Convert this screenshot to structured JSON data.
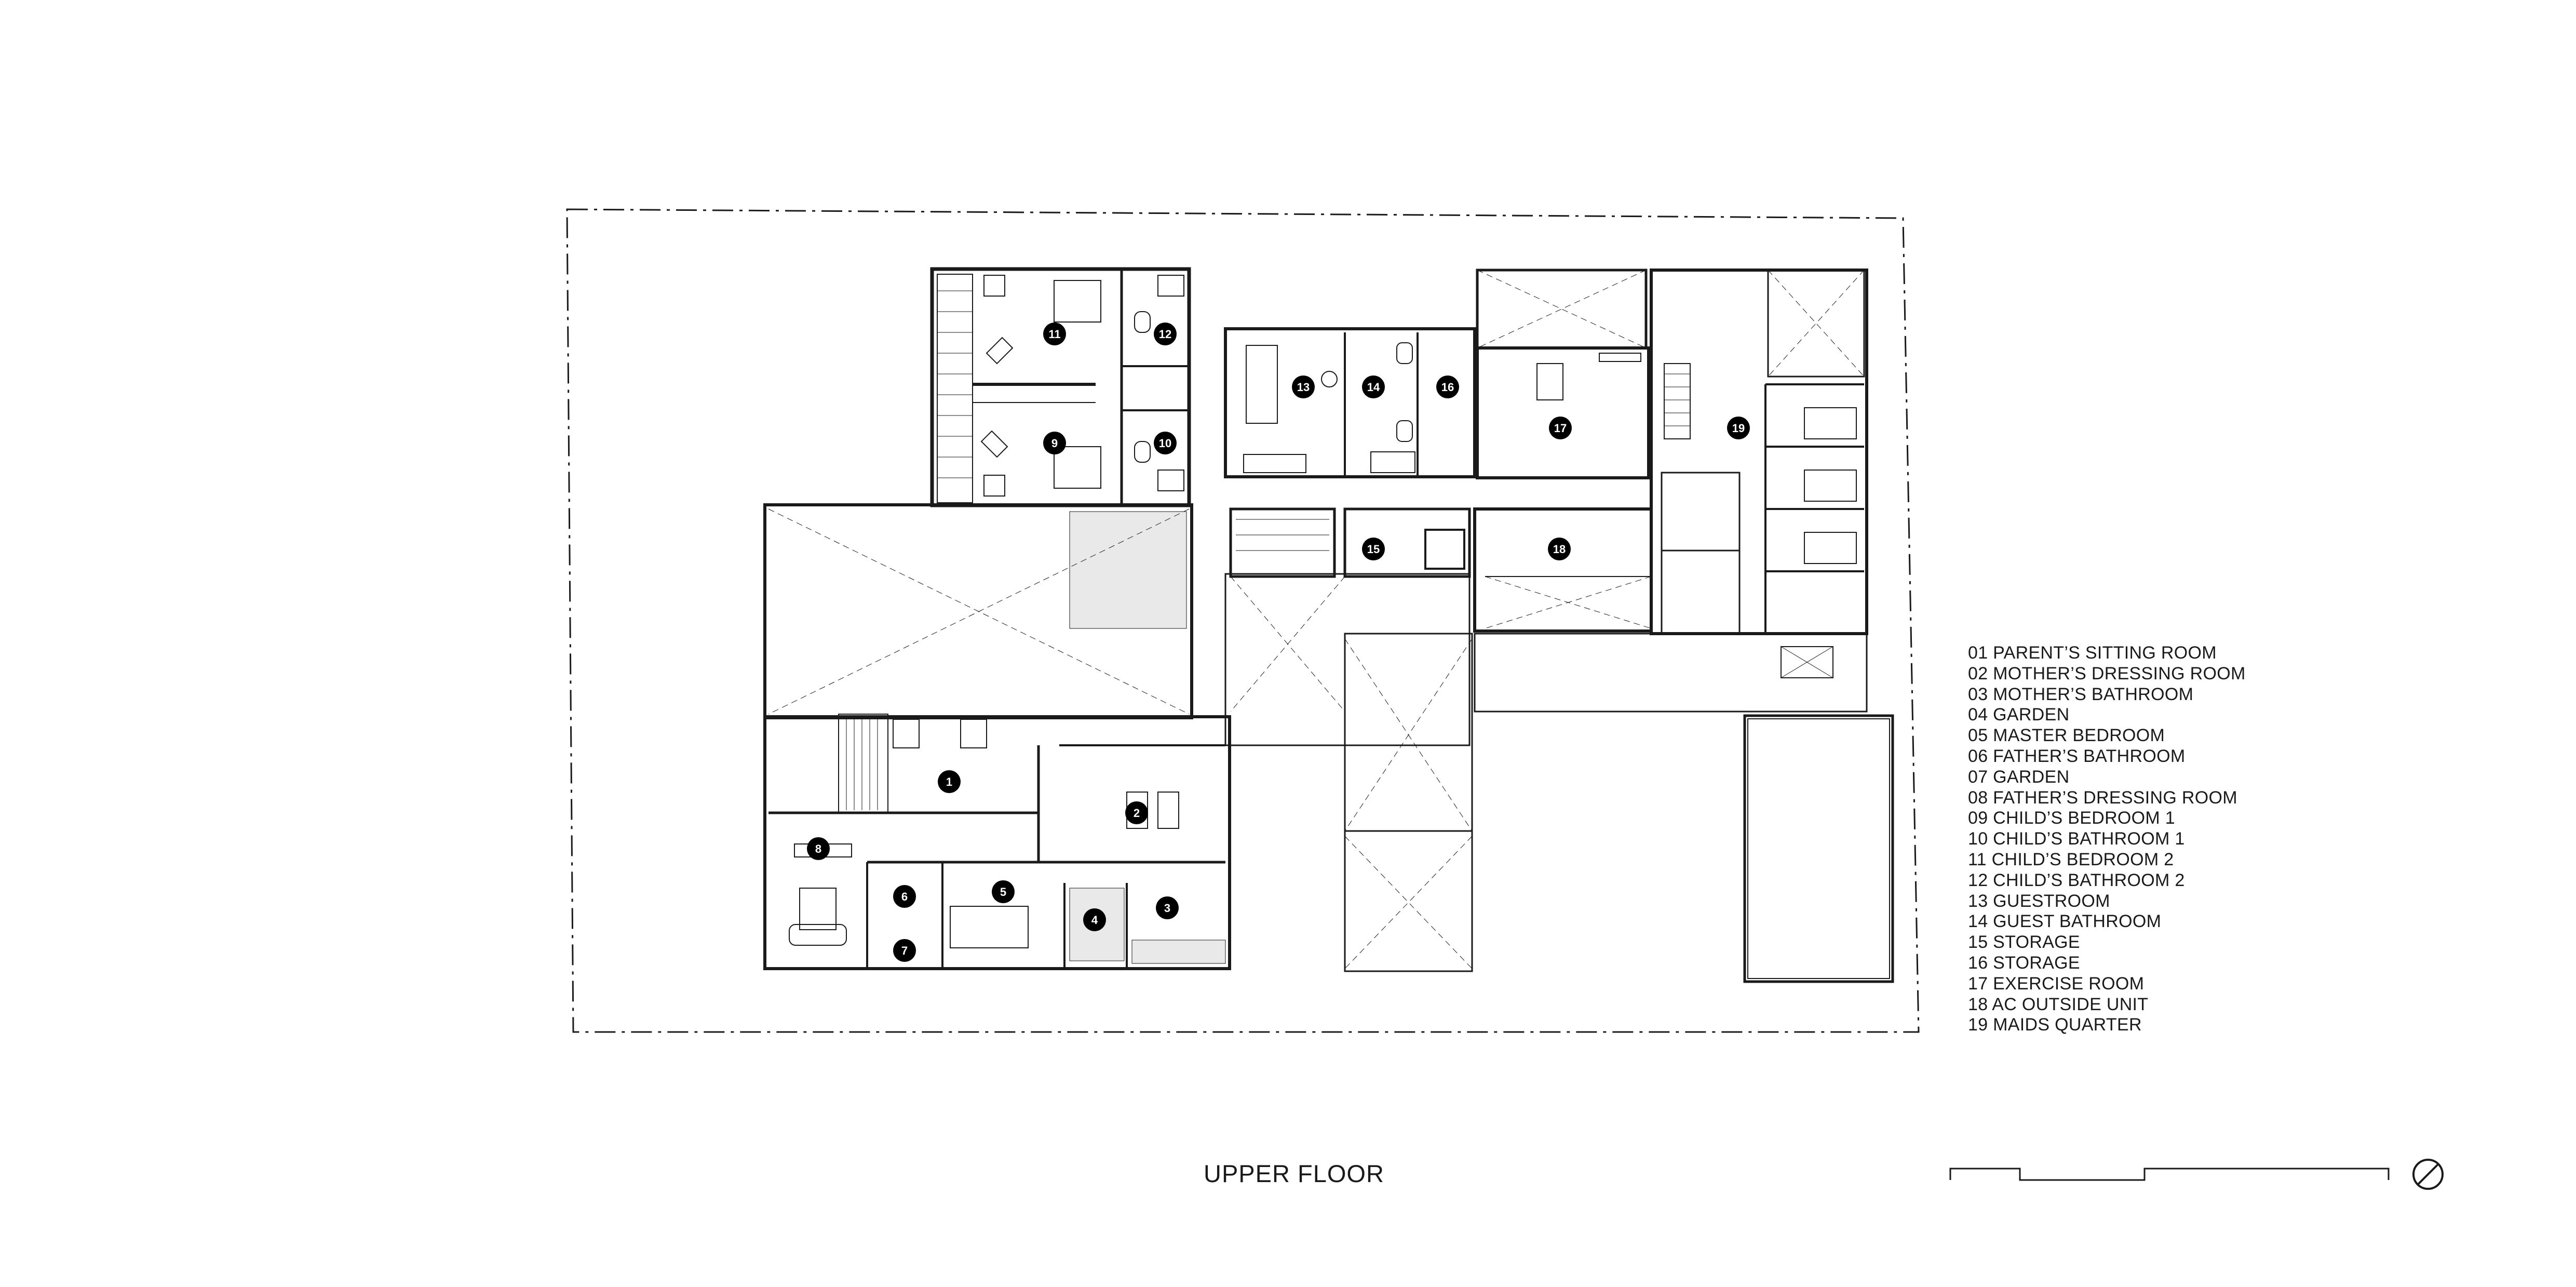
{
  "drawing_title": "UPPER FLOOR",
  "room_tags": [
    "1",
    "2",
    "3",
    "4",
    "5",
    "6",
    "7",
    "8",
    "9",
    "10",
    "11",
    "12",
    "13",
    "14",
    "15",
    "16",
    "17",
    "18",
    "19"
  ],
  "legend": [
    "01 PARENT’S SITTING ROOM",
    "02 MOTHER’S DRESSING ROOM",
    "03 MOTHER’S BATHROOM",
    "04 GARDEN",
    "05 MASTER BEDROOM",
    "06 FATHER’S BATHROOM",
    "07 GARDEN",
    "08 FATHER’S DRESSING ROOM",
    "09 CHILD’S BEDROOM 1",
    "10 CHILD’S BATHROOM 1",
    "11 CHILD’S BEDROOM 2",
    "12 CHILD’S BATHROOM 2",
    "13 GUESTROOM",
    "14 GUEST BATHROOM",
    "15 STORAGE",
    "16 STORAGE",
    "17 EXERCISE ROOM",
    "18 AC OUTSIDE UNIT",
    "19 MAIDS QUARTER"
  ],
  "colors": {
    "line": "#1a1a1a",
    "fill_gray": "#e9e9e9",
    "tag": "#000000"
  },
  "icons": [
    "scale-bar-icon",
    "north-arrow-icon"
  ]
}
